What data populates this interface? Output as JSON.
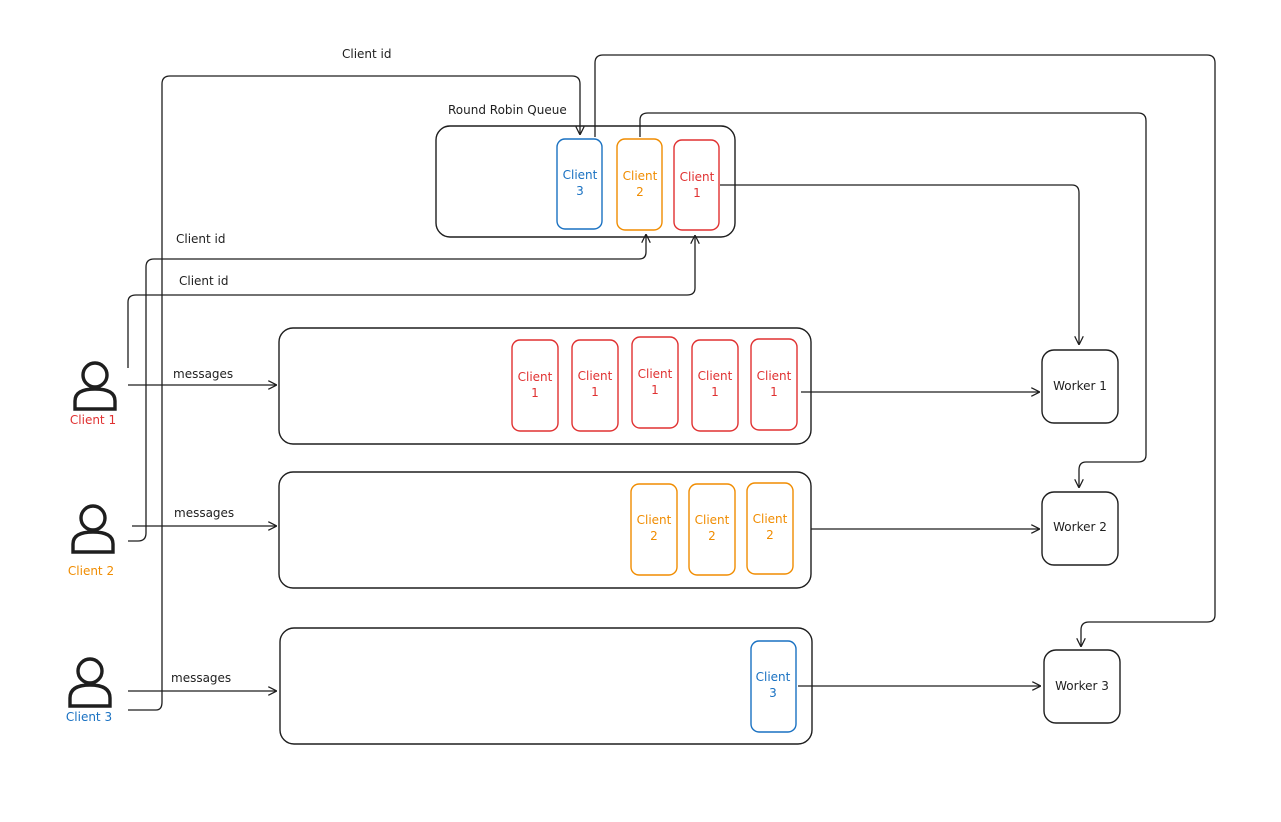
{
  "colors": {
    "client1": "#e03131",
    "client2": "#f08c00",
    "client3": "#1971c2",
    "ink": "#1e1e1e"
  },
  "icons": {
    "client": "person-icon"
  },
  "labels": {
    "round_robin_queue": "Round Robin Queue",
    "client_id_top": "Client id",
    "client_id_2": "Client id",
    "client_id_1": "Client id",
    "messages_1": "messages",
    "messages_2": "messages",
    "messages_3": "messages"
  },
  "clients": [
    {
      "id": "client1",
      "label": "Client 1"
    },
    {
      "id": "client2",
      "label": "Client 2"
    },
    {
      "id": "client3",
      "label": "Client 3"
    }
  ],
  "workers": [
    {
      "id": "worker1",
      "label": "Worker 1"
    },
    {
      "id": "worker2",
      "label": "Worker 2"
    },
    {
      "id": "worker3",
      "label": "Worker 3"
    }
  ],
  "chip": {
    "c1_line1": "Client",
    "c1_line2": "1",
    "c2_line1": "Client",
    "c2_line2": "2",
    "c3_line1": "Client",
    "c3_line2": "3"
  },
  "round_robin_entries": [
    "client3",
    "client2",
    "client1"
  ],
  "queues": [
    {
      "client": "client1",
      "messages": 5
    },
    {
      "client": "client2",
      "messages": 3
    },
    {
      "client": "client3",
      "messages": 1
    }
  ]
}
